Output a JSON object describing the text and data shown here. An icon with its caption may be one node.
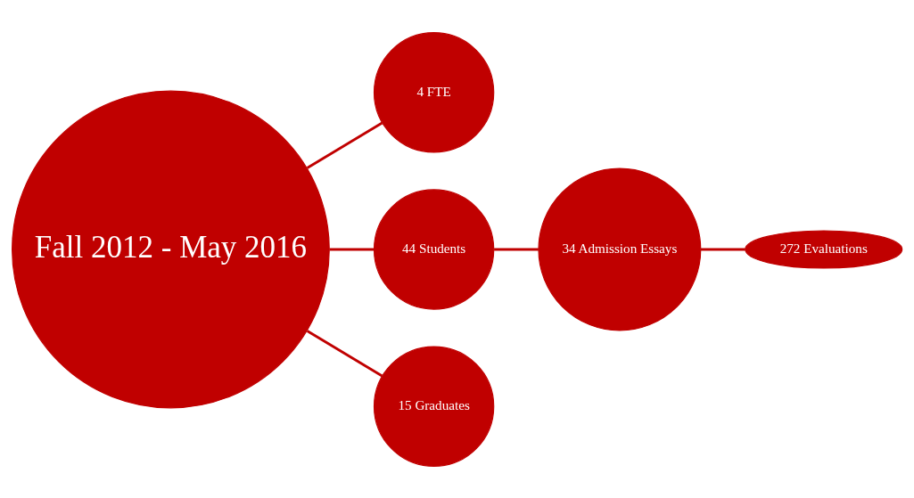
{
  "diagram": {
    "nodes": [
      {
        "text": [
          "Fall 2012 - May 2016"
        ]
      },
      {
        "text": [
          "4 FTE"
        ]
      },
      {
        "text": [
          "44 Students"
        ]
      },
      {
        "text": [
          "34 Admission Essays"
        ]
      },
      {
        "text": [
          "272 Evaluations"
        ]
      },
      {
        "text": [
          "15 Graduates"
        ]
      }
    ],
    "edges": [
      {
        "from": 0,
        "to": 1,
        "arrow": "none"
      },
      {
        "from": 0,
        "to": 2,
        "arrow": "none"
      },
      {
        "from": 2,
        "to": 3,
        "arrow": "none"
      },
      {
        "from": 3,
        "to": 4,
        "arrow": "none"
      },
      {
        "from": 0,
        "to": 5,
        "arrow": "none"
      }
    ]
  }
}
